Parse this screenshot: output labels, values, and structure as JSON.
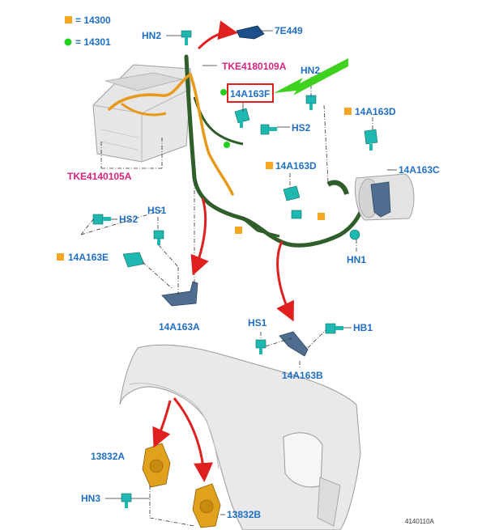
{
  "legend": [
    {
      "marker": "orange-square",
      "color": "#f5a623",
      "text": "= 14300"
    },
    {
      "marker": "green-dot",
      "color": "#22d11e",
      "text": "= 14301"
    }
  ],
  "labels": {
    "hn2_top": "HN2",
    "e449": "7E449",
    "tke_harness": "TKE4180109A",
    "hn2_right": "HN2",
    "f14a163f": "14A163F",
    "d14a163d_right": "14A163D",
    "hs2_mid": "HS2",
    "d14a163d_mid": "14A163D",
    "c14a163c": "14A163C",
    "tke_battery": "TKE4140105A",
    "hs1_left": "HS1",
    "hs2_left": "HS2",
    "e14a163e": "14A163E",
    "hn1": "HN1",
    "a14a163a": "14A163A",
    "hs1_right": "HS1",
    "hb1": "HB1",
    "b14a163b": "14A163B",
    "a13832": "13832A",
    "hn3": "HN3",
    "b13832": "13832B",
    "ref": "4140110A"
  },
  "colors": {
    "highlight_box": "#e0201e",
    "pointer_arrow": "#3fd11f",
    "callout_arrow": "#e0201e",
    "harness_green": "#2f5e2a",
    "harness_orange": "#e79a1a",
    "fastener_teal": "#1fb8b0",
    "bracket_blue": "#4f6d8f",
    "module_orange": "#e0a21c"
  }
}
